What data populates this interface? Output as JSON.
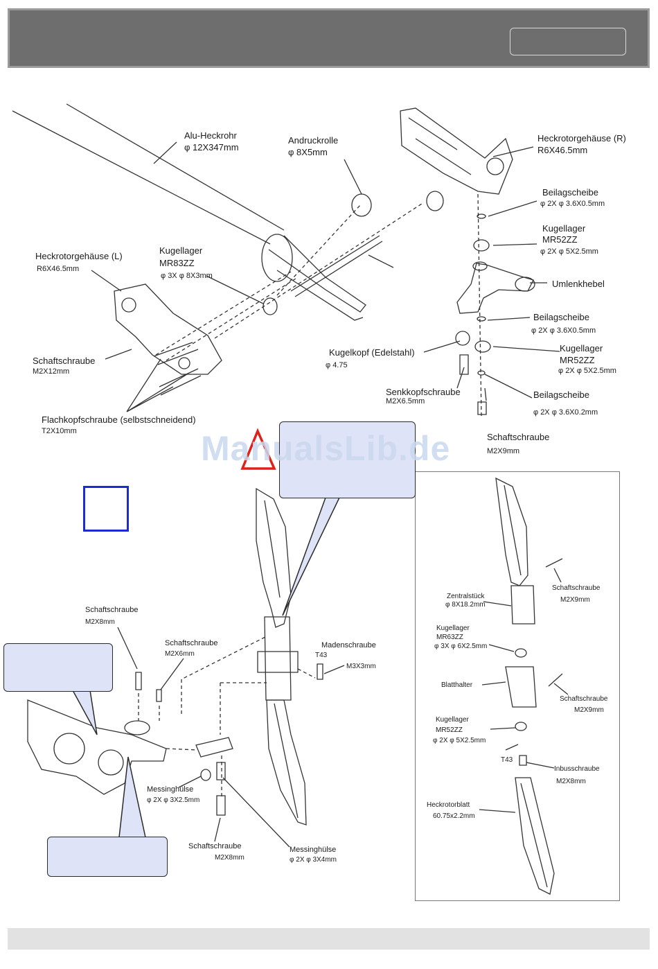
{
  "page": {
    "watermark": "ManualsLib.de"
  },
  "upper_diagram": {
    "labels": {
      "alu_heckrohr": "Alu-Heckrohr",
      "alu_heckrohr_size": "φ 12X347mm",
      "andruckrolle": "Andruckrolle",
      "andruckrolle_size": "φ 8X5mm",
      "heckrotorgehaeuse_r": "Heckrotorgehäuse (R)",
      "heckrotorgehaeuse_r_size": "R6X46.5mm",
      "beilagscheibe_1": "Beilagscheibe",
      "beilagscheibe_1_size": "φ 2X φ 3.6X0.5mm",
      "kugellager_mr52zz_1": "Kugellager",
      "kugellager_mr52zz_1_type": "MR52ZZ",
      "kugellager_mr52zz_1_size": "φ 2X φ 5X2.5mm",
      "umlenkhebel": "Umlenkhebel",
      "beilagscheibe_2": "Beilagscheibe",
      "beilagscheibe_2_size": "φ 2X φ 3.6X0.5mm",
      "kugellager_mr52zz_2": "Kugellager",
      "kugellager_mr52zz_2_type": "MR52ZZ",
      "kugellager_mr52zz_2_size": "φ 2X φ 5X2.5mm",
      "beilagscheibe_3": "Beilagscheibe",
      "beilagscheibe_3_size": "φ 2X φ 3.6X0.2mm",
      "schaftschraube_m2x9": "Schaftschraube",
      "schaftschraube_m2x9_size": "M2X9mm",
      "senkkopfschraube": "Senkkopfschraube",
      "senkkopfschraube_size": "M2X6.5mm",
      "kugelkopf": "Kugelkopf (Edelstahl)",
      "kugelkopf_size": "φ 4.75",
      "heckrotorgehaeuse_l": "Heckrotorgehäuse (L)",
      "heckrotorgehaeuse_l_size": "R6X46.5mm",
      "kugellager_mr83zz": "Kugellager",
      "kugellager_mr83zz_type": "MR83ZZ",
      "kugellager_mr83zz_size": "φ 3X φ 8X3mm",
      "schaftschraube_m2x12": "Schaftschraube",
      "schaftschraube_m2x12_size": "M2X12mm",
      "flachkopfschraube": "Flachkopfschraube (selbstschneidend)",
      "flachkopfschraube_size": "T2X10mm"
    }
  },
  "lower_diagram": {
    "labels": {
      "schaftschraube_m2x8_top": "Schaftschraube",
      "schaftschraube_m2x8_top_size": "M2X8mm",
      "schaftschraube_m2x6": "Schaftschraube",
      "schaftschraube_m2x6_size": "M2X6mm",
      "madenschraube": "Madenschraube",
      "madenschraube_tool": "T43",
      "madenschraube_size": "M3X3mm",
      "messinghuelse_1": "Messinghülse",
      "messinghuelse_1_size": "φ 2X φ 3X2.5mm",
      "schaftschraube_m2x8_bottom": "Schaftschraube",
      "schaftschraube_m2x8_bottom_size": "M2X8mm",
      "messinghuelse_2": "Messinghülse",
      "messinghuelse_2_size": "φ 2X φ 3X4mm"
    }
  },
  "inset_diagram": {
    "labels": {
      "schaftschraube_1": "Schaftschraube",
      "schaftschraube_1_size": "M2X9mm",
      "zentralstueck": "Zentralstück",
      "zentralstueck_size": "φ 8X18.2mm",
      "kugellager_mr63zz": "Kugellager",
      "kugellager_mr63zz_type": "MR63ZZ",
      "kugellager_mr63zz_size": "φ 3X φ 6X2.5mm",
      "blatthalter": "Blatthalter",
      "schaftschraube_2": "Schaftschraube",
      "schaftschraube_2_size": "M2X9mm",
      "kugellager_mr52zz": "Kugellager",
      "kugellager_mr52zz_type": "MR52ZZ",
      "kugellager_mr52zz_size": "φ 2X φ 5X2.5mm",
      "tool": "T43",
      "inbusschraube": "Inbusschraube",
      "inbusschraube_size": "M2X8mm",
      "heckrotorblatt": "Heckrotorblatt",
      "heckrotorblatt_size": "60.75x2.2mm"
    }
  },
  "colors": {
    "header": "#6e6e6e",
    "callout_fill": "#dfe3f7",
    "warning_red": "#e0201a",
    "tool_box_blue": "#1a2bd0"
  }
}
